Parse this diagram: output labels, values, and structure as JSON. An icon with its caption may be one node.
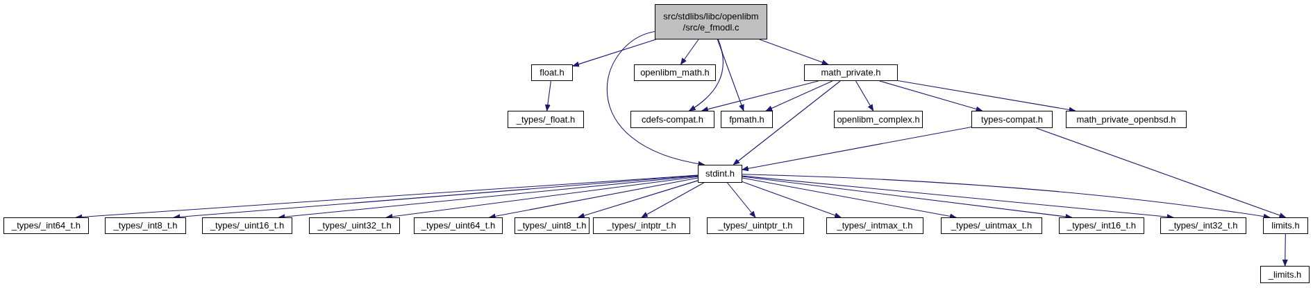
{
  "diagram": {
    "nodes": [
      {
        "text": [
          "src/stdlibs/libc/openlibm /src/e_fmodl.c"
        ]
      },
      {
        "text": [
          "float.h"
        ]
      },
      {
        "text": [
          "openlibm_math.h"
        ]
      },
      {
        "text": [
          "math_private.h"
        ]
      },
      {
        "text": [
          "_types/_float.h"
        ]
      },
      {
        "text": [
          "cdefs-compat.h"
        ]
      },
      {
        "text": [
          "fpmath.h"
        ]
      },
      {
        "text": [
          "openlibm_complex.h"
        ]
      },
      {
        "text": [
          "types-compat.h"
        ]
      },
      {
        "text": [
          "math_private_openbsd.h"
        ]
      },
      {
        "text": [
          "stdint.h"
        ]
      },
      {
        "text": [
          "_types/_int64_t.h"
        ]
      },
      {
        "text": [
          "_types/_int8_t.h"
        ]
      },
      {
        "text": [
          "_types/_uint16_t.h"
        ]
      },
      {
        "text": [
          "_types/_uint32_t.h"
        ]
      },
      {
        "text": [
          "_types/_uint64_t.h"
        ]
      },
      {
        "text": [
          "_types/_uint8_t.h"
        ]
      },
      {
        "text": [
          "_types/_intptr_t.h"
        ]
      },
      {
        "text": [
          "_types/_uintptr_t.h"
        ]
      },
      {
        "text": [
          "_types/_intmax_t.h"
        ]
      },
      {
        "text": [
          "_types/_uintmax_t.h"
        ]
      },
      {
        "text": [
          "_types/_int16_t.h"
        ]
      },
      {
        "text": [
          "_types/_int32_t.h"
        ]
      },
      {
        "text": [
          "limits.h"
        ]
      },
      {
        "text": [
          "_limits.h"
        ]
      }
    ],
    "edges": [
      {
        "from": 0,
        "to": 1,
        "arrow": "to"
      },
      {
        "from": 0,
        "to": 10,
        "arrow": "to"
      },
      {
        "from": 0,
        "to": 2,
        "arrow": "to"
      },
      {
        "from": 0,
        "to": 5,
        "arrow": "to"
      },
      {
        "from": 0,
        "to": 6,
        "arrow": "to"
      },
      {
        "from": 0,
        "to": 3,
        "arrow": "to"
      },
      {
        "from": 1,
        "to": 4,
        "arrow": "to"
      },
      {
        "from": 3,
        "to": 5,
        "arrow": "to"
      },
      {
        "from": 3,
        "to": 6,
        "arrow": "to"
      },
      {
        "from": 3,
        "to": 10,
        "arrow": "to"
      },
      {
        "from": 3,
        "to": 7,
        "arrow": "to"
      },
      {
        "from": 3,
        "to": 8,
        "arrow": "to"
      },
      {
        "from": 3,
        "to": 9,
        "arrow": "to"
      },
      {
        "from": 8,
        "to": 10,
        "arrow": "to"
      },
      {
        "from": 8,
        "to": 23,
        "arrow": "to"
      },
      {
        "from": 10,
        "to": 11,
        "arrow": "to"
      },
      {
        "from": 10,
        "to": 12,
        "arrow": "to"
      },
      {
        "from": 10,
        "to": 13,
        "arrow": "to"
      },
      {
        "from": 10,
        "to": 14,
        "arrow": "to"
      },
      {
        "from": 10,
        "to": 15,
        "arrow": "to"
      },
      {
        "from": 10,
        "to": 16,
        "arrow": "to"
      },
      {
        "from": 10,
        "to": 17,
        "arrow": "to"
      },
      {
        "from": 10,
        "to": 18,
        "arrow": "to"
      },
      {
        "from": 10,
        "to": 19,
        "arrow": "to"
      },
      {
        "from": 10,
        "to": 20,
        "arrow": "to"
      },
      {
        "from": 10,
        "to": 21,
        "arrow": "to"
      },
      {
        "from": 10,
        "to": 22,
        "arrow": "to"
      },
      {
        "from": 10,
        "to": 23,
        "arrow": "to"
      },
      {
        "from": 23,
        "to": 24,
        "arrow": "to"
      }
    ]
  }
}
